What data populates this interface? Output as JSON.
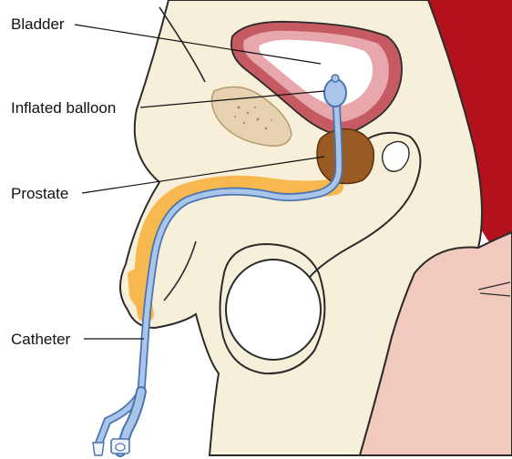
{
  "labels": {
    "bladder": "Bladder",
    "balloon": "Inflated balloon",
    "prostate": "Prostate",
    "catheter": "Catheter"
  },
  "colors": {
    "skin": "#f6efd9",
    "skin_shade": "#f2e7c4",
    "outline": "#2b2b2b",
    "bladder_wall": "#c65a63",
    "bladder_inner": "#e7a7ad",
    "prostate": "#9a5a24",
    "urethra": "#f6b84f",
    "catheter": "#a9c6ea",
    "catheter_edge": "#4a74b0",
    "rectum": "#b3121c",
    "thigh": "#f2c9bd",
    "bone": "#e6d2b0",
    "testis": "#ffffff"
  }
}
